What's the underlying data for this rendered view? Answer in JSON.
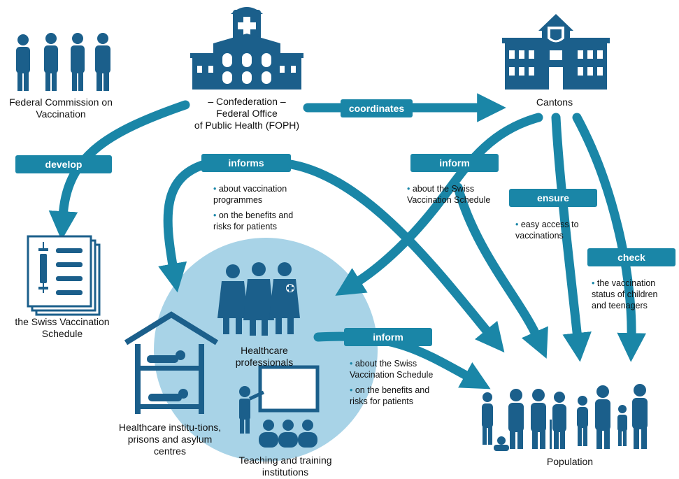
{
  "labels": {
    "commission": "Federal Commission on Vaccination",
    "foph_1": "– Confederation –",
    "foph_2": "Federal Office",
    "foph_3": "of Public Health (FOPH)",
    "cantons": "Cantons",
    "schedule": "the Swiss Vaccination Schedule",
    "healthcare_professionals": "Healthcare professionals",
    "institutions": "Healthcare institu-tions, prisons and asylum centres",
    "teaching": "Teaching and training institutions",
    "population": "Population"
  },
  "actions": {
    "develop": "develop",
    "coordinates": "coordinates",
    "informs": "informs",
    "inform_cantons": "inform",
    "ensure": "ensure",
    "check": "check",
    "inform_professionals": "inform"
  },
  "bullets": {
    "informs": [
      "about vaccination programmes",
      "on the benefits and risks for patients"
    ],
    "inform_cantons": [
      "about the Swiss Vaccination Schedule"
    ],
    "ensure": [
      "easy access to vaccinations"
    ],
    "check": [
      "the vaccination status of children and teenagers"
    ],
    "inform_professionals": [
      "about the Swiss Vaccination Schedule",
      "on the benefits and risks for patients"
    ]
  },
  "colors": {
    "primary": "#1a86a7",
    "icon": "#1b5f8b",
    "circle": "#a8d3e7"
  }
}
